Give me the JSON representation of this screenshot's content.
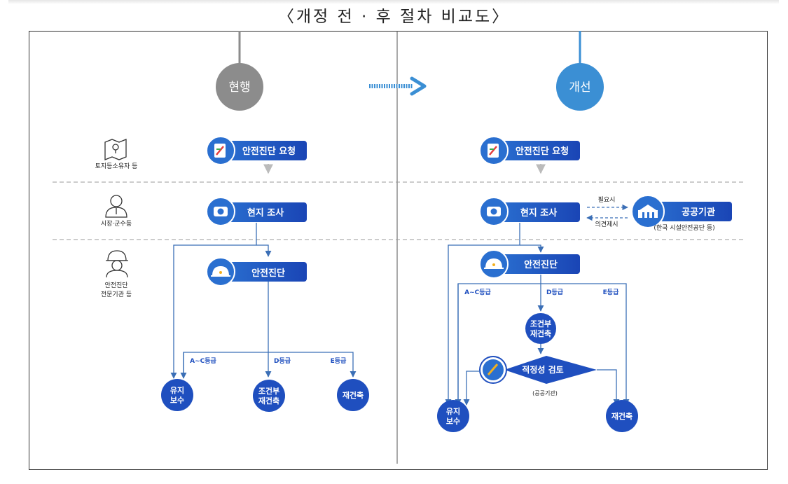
{
  "title": "〈개정 전 · 후 절차 비교도〉",
  "actors": {
    "owner": "토지등소유자 등",
    "mayor": "시장·군수등",
    "expert_line1": "안전진단",
    "expert_line2": "전문기관 등"
  },
  "before": {
    "header": "현행",
    "step_request": "안전진단 요청",
    "step_survey": "현지 조사",
    "step_diagnosis": "안전진단",
    "grade_ac": "A~C등급",
    "grade_d": "D등급",
    "grade_e": "E등급",
    "result_maint_1": "유지",
    "result_maint_2": "보수",
    "result_cond_1": "조건부",
    "result_cond_2": "재건축",
    "result_rebuild": "재건축"
  },
  "after": {
    "header": "개선",
    "step_request": "안전진단 요청",
    "step_survey": "현지 조사",
    "needed": "필요시",
    "opinion": "의견제시",
    "public_org": "공공기관",
    "public_org_sub": "(한국 시설안전공단 등)",
    "step_diagnosis": "안전진단",
    "grade_ac": "A~C등급",
    "grade_d": "D등급",
    "grade_e": "E등급",
    "result_cond_1": "조건부",
    "result_cond_2": "재건축",
    "review": "적정성 검토",
    "review_sub": "(공공기관)",
    "result_maint_1": "유지",
    "result_maint_2": "보수",
    "result_rebuild": "재건축"
  },
  "colors": {
    "blue_dark": "#1f4fbf",
    "blue_light": "#3b8fd4",
    "gray": "#8c8c8c",
    "line": "#3b6fb6"
  }
}
